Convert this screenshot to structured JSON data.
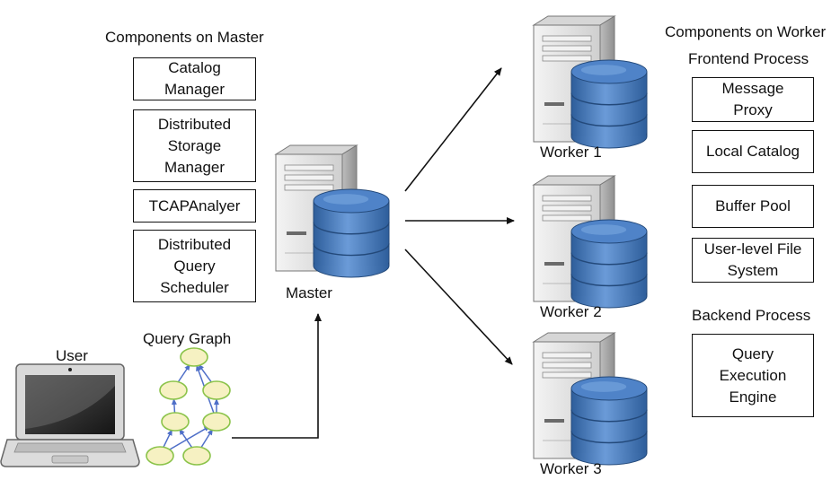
{
  "master": {
    "heading": "Components on Master",
    "components": [
      "Catalog\nManager",
      "Distributed\nStorage\nManager",
      "TCAPAnalyer",
      "Distributed\nQuery\nScheduler"
    ],
    "label": "Master"
  },
  "worker_side": {
    "heading": "Components on Worker",
    "frontend_title": "Frontend Process",
    "frontend_components": [
      "Message\nProxy",
      "Local Catalog",
      "Buffer Pool",
      "User-level File\nSystem"
    ],
    "backend_title": "Backend Process",
    "backend_components": [
      "Query\nExecution\nEngine"
    ]
  },
  "workers": [
    "Worker 1",
    "Worker 2",
    "Worker 3"
  ],
  "user_label": "User",
  "query_graph_label": "Query Graph",
  "colors": {
    "db_blue": "#4a7cc0",
    "db_dark": "#2f5f9c",
    "node_fill": "#f6f1c2",
    "node_stroke": "#8bc34a",
    "edge": "#4f6fc8",
    "server_body": "#e4e4e4"
  }
}
